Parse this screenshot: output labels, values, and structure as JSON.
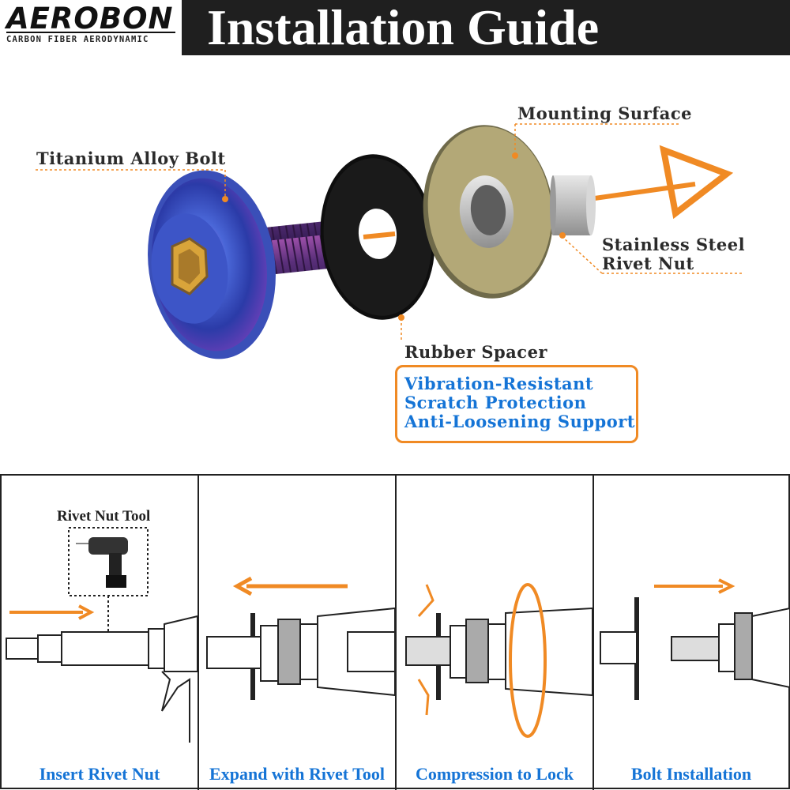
{
  "header": {
    "brand": "AEROBON",
    "brand_tagline": "CARBON FIBER AERODYNAMIC",
    "title": "Installation Guide"
  },
  "diagram": {
    "labels": {
      "bolt": "Titanium Alloy Bolt",
      "mounting_surface": "Mounting Surface",
      "rivet_nut_line1": "Stainless Steel",
      "rivet_nut_line2": "Rivet Nut",
      "spacer": "Rubber Spacer"
    },
    "spacer_benefits": [
      "Vibration-Resistant",
      "Scratch Protection",
      "Anti-Loosening Support"
    ]
  },
  "steps": {
    "tool_label": "Rivet Nut Tool",
    "items": [
      {
        "label": "Insert Rivet Nut"
      },
      {
        "label": "Expand with Rivet Tool"
      },
      {
        "label": "Compression to Lock"
      },
      {
        "label": "Bolt Installation"
      }
    ]
  },
  "colors": {
    "accent": "#f08a24",
    "label_blue": "#1574d6",
    "header_bg": "#1f1f1f"
  }
}
